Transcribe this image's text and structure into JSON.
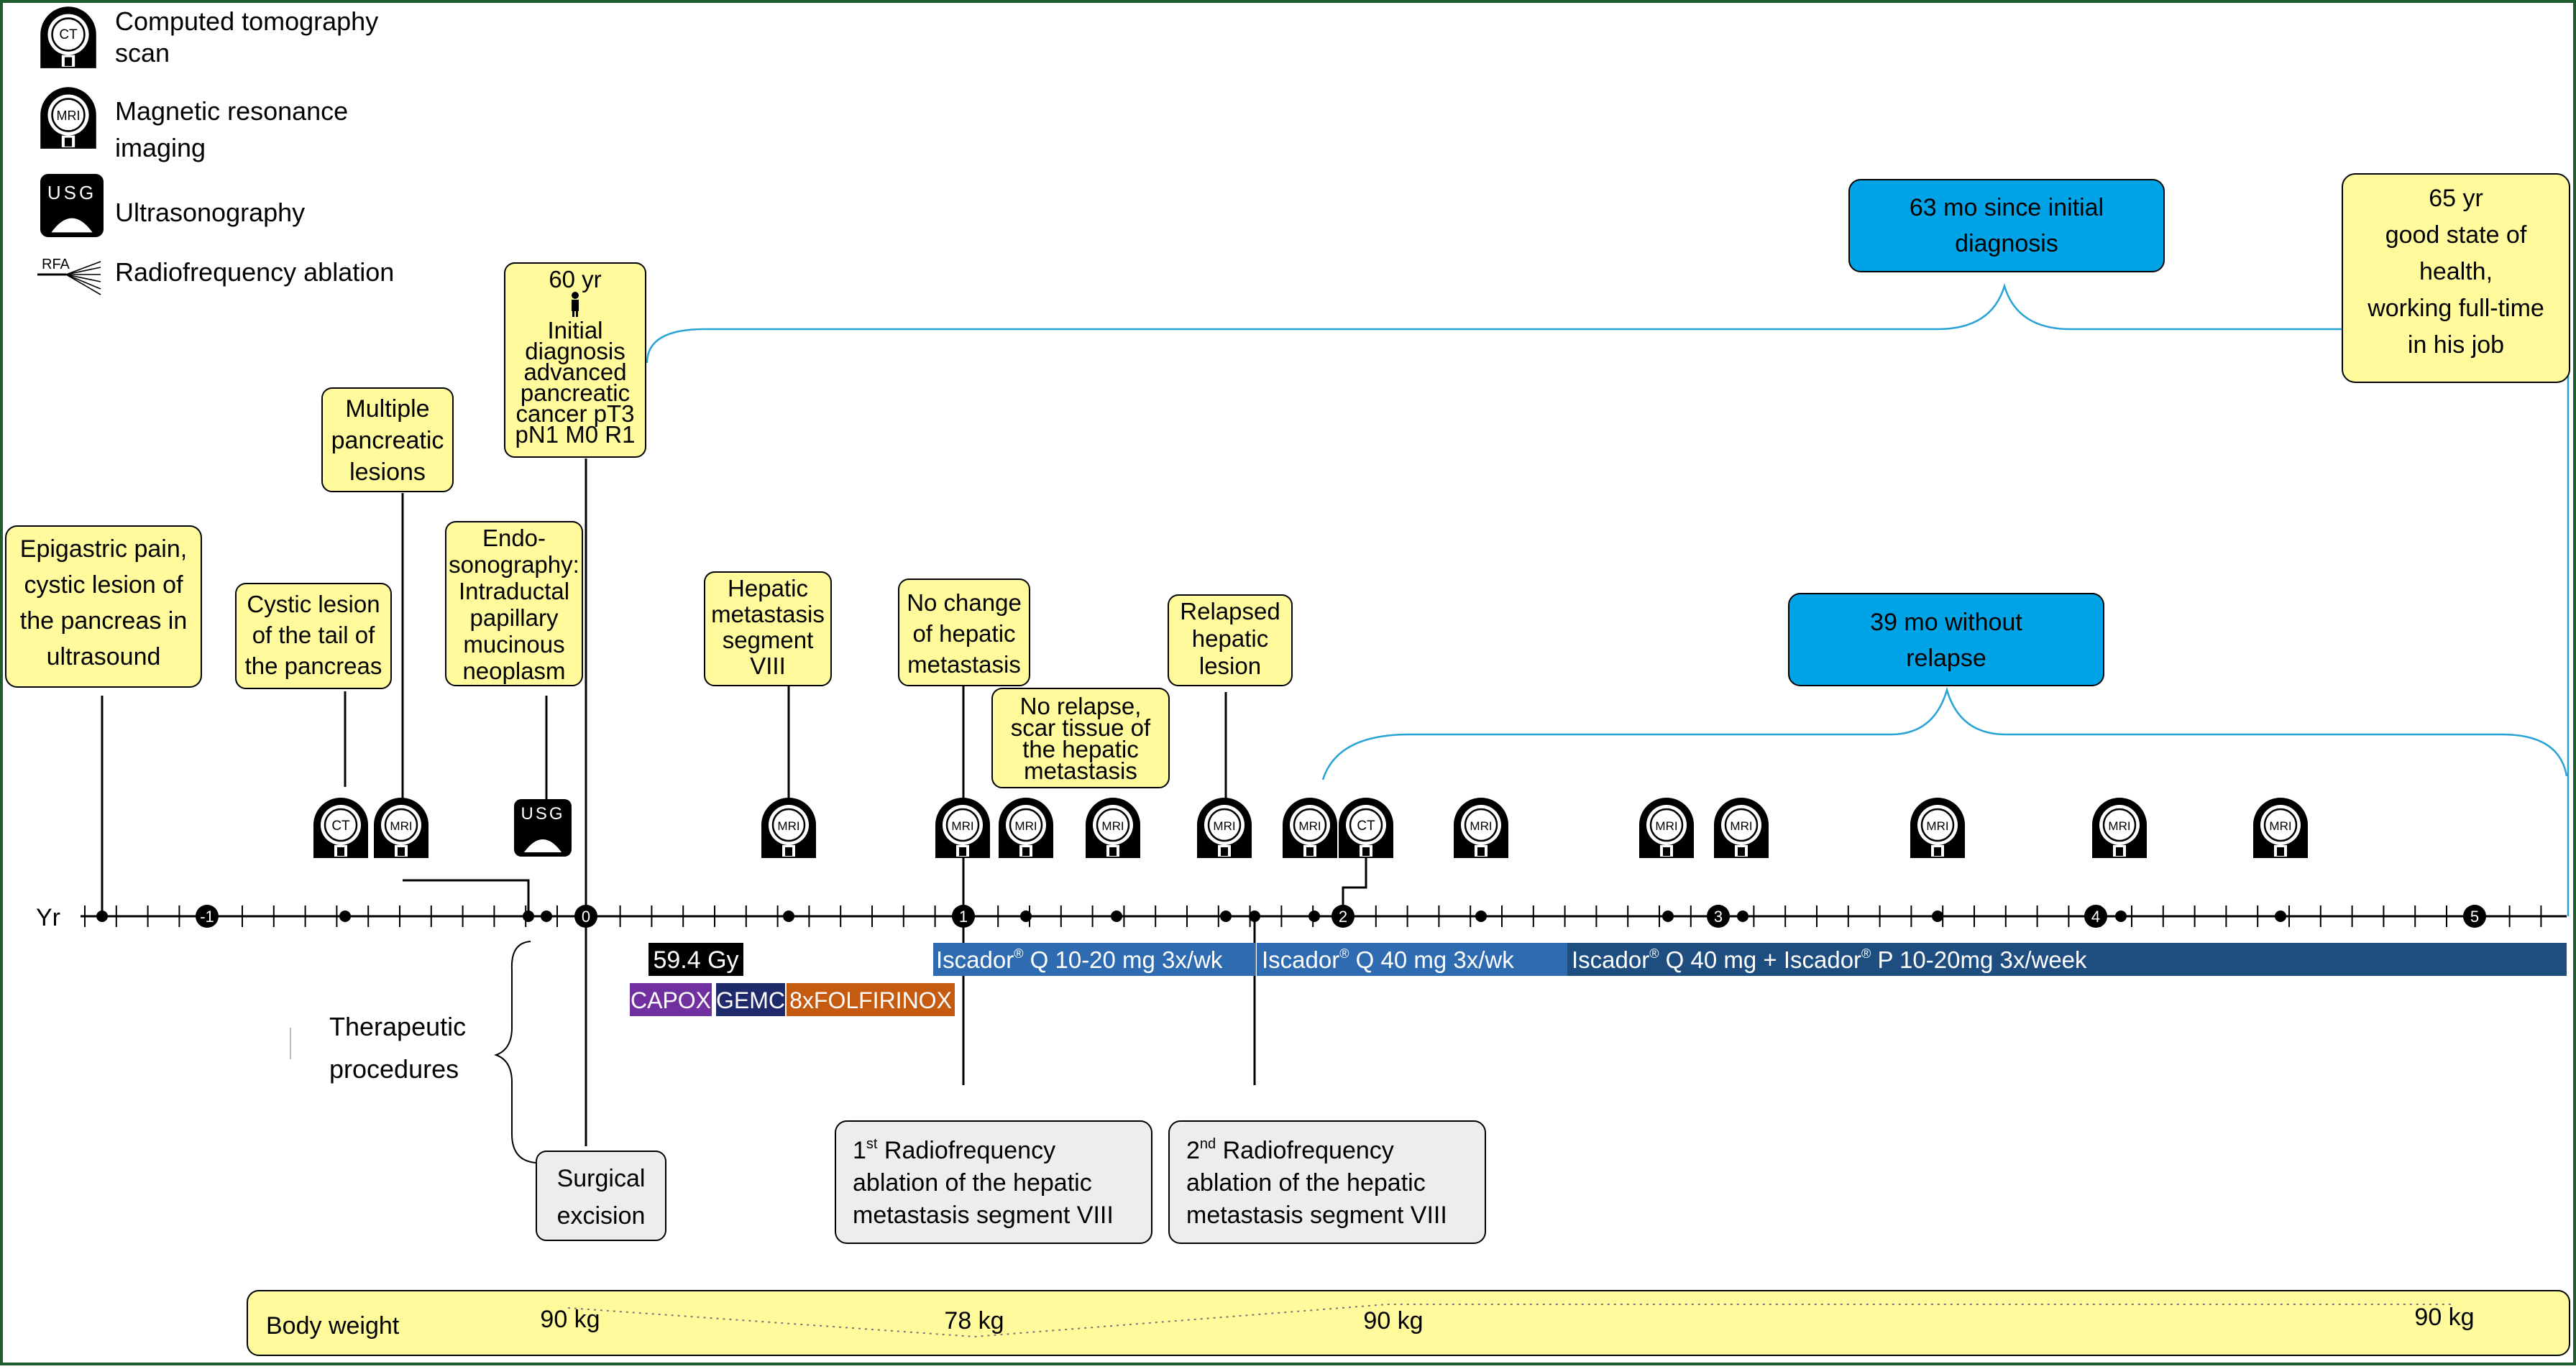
{
  "legend": {
    "ct": {
      "icon": "ct-scanner-icon",
      "badge": "CT",
      "line1": "Computed tomography",
      "line2": "scan"
    },
    "mri": {
      "icon": "mri-scanner-icon",
      "badge": "MRI",
      "line1": "Magnetic resonance",
      "line2": "imaging"
    },
    "usg": {
      "icon": "ultrasound-icon",
      "badge": "USG",
      "line1": "Ultrasonography"
    },
    "rfa": {
      "icon": "rfa-needle-icon",
      "badge": "RFA",
      "line1": "Radiofrequency ablation"
    }
  },
  "axis": {
    "label": "Yr",
    "years": [
      "-1",
      "0",
      "1",
      "2",
      "3",
      "4",
      "5"
    ]
  },
  "events": {
    "epigastric": [
      "Epigastric pain,",
      "cystic lesion of",
      "the pancreas in",
      "ultrasound"
    ],
    "cystic_tail": [
      "Cystic lesion",
      "of the tail of",
      "the pancreas"
    ],
    "multiple": [
      "Multiple",
      "pancreatic",
      "lesions"
    ],
    "endo": [
      "Endo-",
      "sonography:",
      "Intraductal",
      "papillary",
      "mucinous",
      "neoplasm"
    ],
    "diagnosis_age": "60 yr",
    "diagnosis": [
      "Initial",
      "diagnosis",
      "advanced",
      "pancreatic",
      "cancer pT3",
      "pN1 M0 R1"
    ],
    "hepatic_meta": [
      "Hepatic",
      "metastasis",
      "segment",
      "VIII"
    ],
    "no_change": [
      "No change",
      "of hepatic",
      "metastasis"
    ],
    "no_relapse": [
      "No relapse,",
      "scar tissue of",
      "the hepatic",
      "metastasis"
    ],
    "relapsed": [
      "Relapsed",
      "hepatic",
      "lesion"
    ],
    "final": [
      "65 yr",
      "good state of",
      "health,",
      "working full-time",
      "in his job"
    ]
  },
  "durations": {
    "since_diagnosis": [
      "63 mo since initial",
      "diagnosis"
    ],
    "without_relapse": [
      "39 mo without",
      "relapse"
    ]
  },
  "scan_badges": {
    "ct": "CT",
    "mri": "MRI",
    "usg": "USG"
  },
  "therapy": {
    "radiation": "59.4 Gy",
    "capox": "CAPOX",
    "gemc": "GEMC",
    "folfirinox": "8xFOLFIRINOX",
    "iscador1": {
      "name": "Iscador",
      "reg": "®",
      "rest": " Q 10-20 mg 3x/wk"
    },
    "iscador2": {
      "name": "Iscador",
      "reg": "®",
      "rest": " Q 40 mg 3x/wk"
    },
    "iscador3": {
      "name": "Iscador",
      "reg": "®",
      "mid": " Q 40 mg + Iscador",
      "reg2": "®",
      "rest": " P 10-20mg 3x/week"
    },
    "label": [
      "Therapeutic",
      "procedures"
    ]
  },
  "procedures": {
    "surgical": [
      "Surgical",
      "excision"
    ],
    "rfa1": {
      "num": "1",
      "sup": "st",
      "line1": " Radiofrequency",
      "line2": "ablation of the hepatic",
      "line3": "metastasis segment VIII"
    },
    "rfa2": {
      "num": "2",
      "sup": "nd",
      "line1": " Radiofrequency",
      "line2": "ablation of the hepatic",
      "line3": "metastasis segment VIII"
    }
  },
  "body_weight": {
    "label": "Body weight",
    "values": [
      "90 kg",
      "78 kg",
      "90 kg",
      "90 kg"
    ]
  },
  "colors": {
    "yellow_box": "#FFFA9C",
    "blue_box": "#00A3E6",
    "iscador_light": "#2F6BB0",
    "iscador_dark": "#1E4D80",
    "capox": "#7030A0",
    "gemc": "#1F2A6B",
    "folfirinox": "#C55A11",
    "frame": "#1E5C2E",
    "brace": "#29A3D6"
  }
}
